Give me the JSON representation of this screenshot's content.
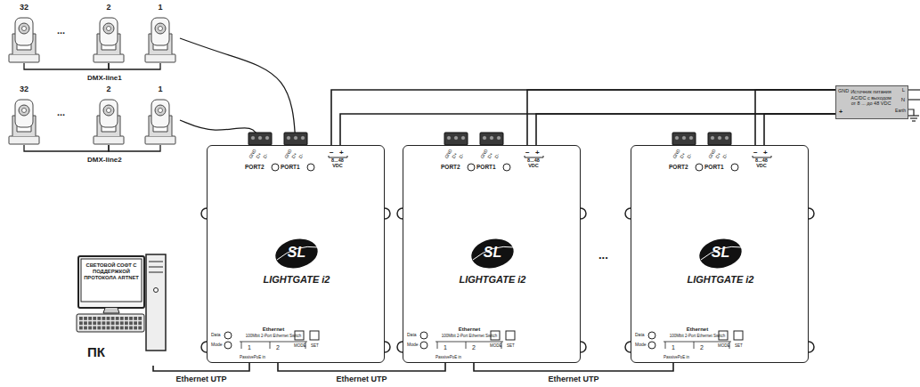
{
  "diagram": {
    "nodes": [
      {
        "text": [
          "32"
        ]
      },
      {
        "text": [
          "2"
        ]
      },
      {
        "text": [
          "1"
        ]
      },
      {
        "text": [
          "32"
        ]
      },
      {
        "text": [
          "2"
        ]
      },
      {
        "text": [
          "1"
        ]
      },
      {
        "text": [
          "GND",
          "D+",
          "D-",
          "PORT2",
          "GND",
          "D+",
          "D-",
          "PORT1",
          "−",
          "+",
          "8...48 VDC",
          "SL",
          "LIGHTGATE i2",
          "Data",
          "Mode",
          "Ethernet",
          "100Mbit 2-Port Ethernet Switch",
          "1",
          "2",
          "MODE",
          "SET",
          "PassivePoE in"
        ]
      },
      {
        "text": [
          "GND",
          "D+",
          "D-",
          "PORT2",
          "GND",
          "D+",
          "D-",
          "PORT1",
          "−",
          "+",
          "8...48 VDC",
          "SL",
          "LIGHTGATE i2",
          "Data",
          "Mode",
          "Ethernet",
          "100Mbit 2-Port Ethernet Switch",
          "1",
          "2",
          "MODE",
          "SET",
          "PassivePoE in"
        ]
      },
      {
        "text": [
          "GND",
          "D+",
          "D-",
          "PORT2",
          "GND",
          "D+",
          "D-",
          "PORT1",
          "−",
          "+",
          "8...48 VDC",
          "SL",
          "LIGHTGATE i2",
          "Data",
          "Mode",
          "Ethernet",
          "100Mbit 2-Port Ethernet Switch",
          "1",
          "2",
          "MODE",
          "SET",
          "PassivePoE in"
        ]
      },
      {
        "text": [
          "СВЕТОВОЙ СОФТ С ПОДДЕРЖКОЙ ПРОТОКОЛА ARTNET",
          "ПК"
        ]
      },
      {
        "text": [
          "GND",
          "+",
          "Источник питания AC/DC с выходом от 8 ... до 48 VDC",
          "L",
          "N",
          "Earth"
        ]
      }
    ],
    "edges": [
      {
        "from": 0,
        "to": 1,
        "arrow": "none"
      },
      {
        "from": 1,
        "to": 2,
        "arrow": "none"
      },
      {
        "from": 3,
        "to": 4,
        "arrow": "none"
      },
      {
        "from": 4,
        "to": 5,
        "arrow": "none"
      },
      {
        "from": 2,
        "to": 6,
        "arrow": "none"
      },
      {
        "from": 5,
        "to": 6,
        "arrow": "none"
      },
      {
        "from": 9,
        "to": 6,
        "label": "Ethernet UTP",
        "arrow": "none"
      },
      {
        "from": 6,
        "to": 7,
        "label": "Ethernet UTP",
        "arrow": "none"
      },
      {
        "from": 7,
        "to": 8,
        "label": "Ethernet UTP",
        "arrow": "none"
      },
      {
        "from": 10,
        "to": 6,
        "arrow": "none"
      },
      {
        "from": 10,
        "to": 7,
        "arrow": "none"
      },
      {
        "from": 10,
        "to": 8,
        "arrow": "none"
      }
    ],
    "labels": [
      "DMX-line1",
      "DMX-line2",
      "...",
      "...",
      "..."
    ]
  }
}
